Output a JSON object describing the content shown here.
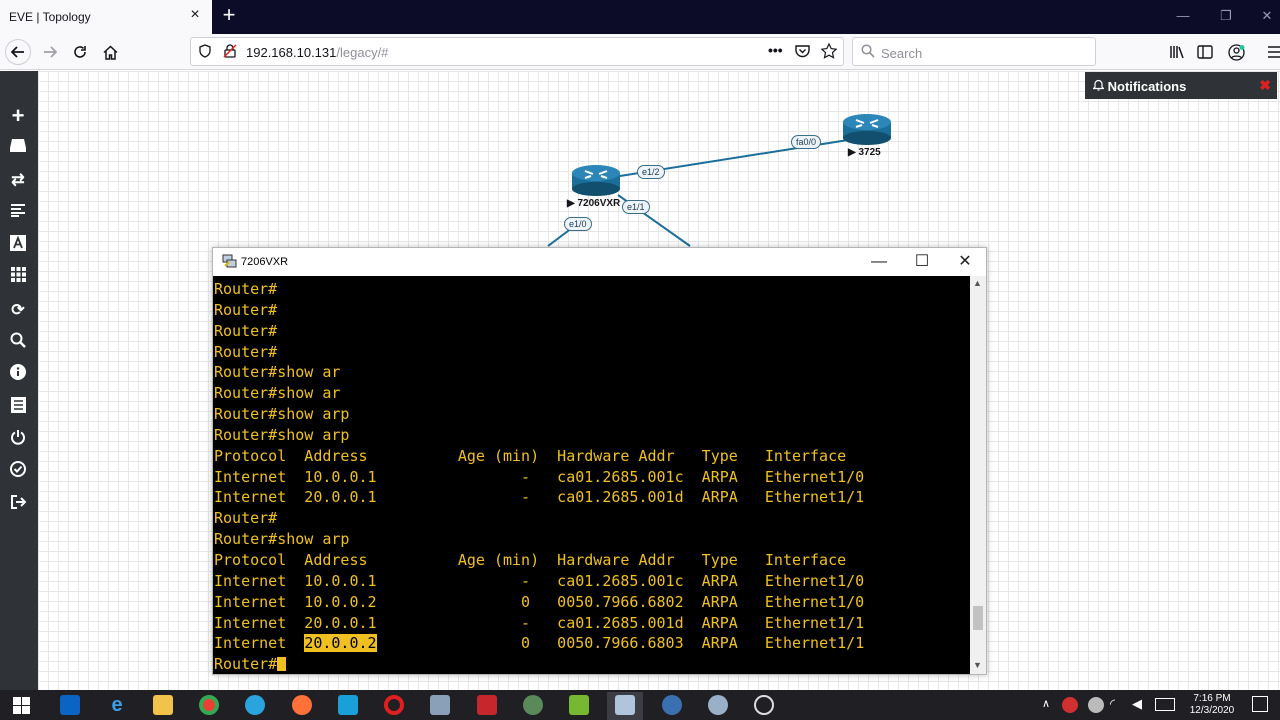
{
  "browser": {
    "tab_title": "EVE | Topology",
    "url_host": "192.168.10.131",
    "url_path": "/legacy/#",
    "search_placeholder": "Search"
  },
  "notifications": {
    "title": "Notifications"
  },
  "topology": {
    "nodes": [
      {
        "name": "7206VXR"
      },
      {
        "name": "3725"
      }
    ],
    "interfaces": [
      "e1/2",
      "fa0/0",
      "e1/1",
      "e1/0"
    ]
  },
  "console": {
    "title": "7206VXR",
    "lines": [
      "Router#",
      "Router#",
      "Router#",
      "Router#",
      "Router#show ar",
      "Router#show ar",
      "Router#show arp",
      "Router#show arp",
      "Protocol  Address          Age (min)  Hardware Addr   Type   Interface",
      "Internet  10.0.0.1                -   ca01.2685.001c  ARPA   Ethernet1/0",
      "Internet  20.0.0.1                -   ca01.2685.001d  ARPA   Ethernet1/1",
      "Router#",
      "Router#show arp",
      "Protocol  Address          Age (min)  Hardware Addr   Type   Interface",
      "Internet  10.0.0.1                -   ca01.2685.001c  ARPA   Ethernet1/0",
      "Internet  10.0.0.2                0   0050.7966.6802  ARPA   Ethernet1/0",
      "Internet  20.0.0.1                -   ca01.2685.001d  ARPA   Ethernet1/1"
    ],
    "highlight_line": {
      "prefix": "Internet  ",
      "highlighted": "20.0.0.2",
      "suffix": "                0   0050.7966.6803  ARPA   Ethernet1/1"
    },
    "prompt": "Router#"
  },
  "taskbar": {
    "time": "7:16 PM",
    "date": "12/3/2020"
  },
  "colors": {
    "terminal_text": "#f0c020",
    "terminal_bg": "#000000",
    "sidebar": "#2f3337",
    "link": "#1a6e99"
  }
}
